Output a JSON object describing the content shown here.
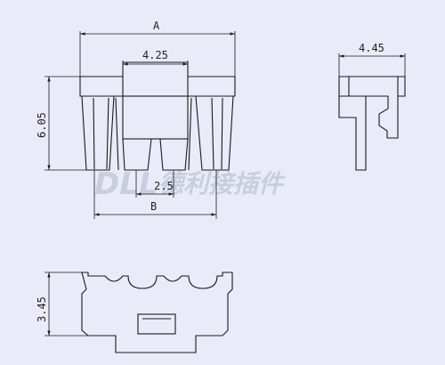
{
  "dimensions": {
    "width_label": "A",
    "pitch_top_label": "4.25",
    "height_label": "6.05",
    "pitch_bottom_label": "2.5",
    "bottom_width_label": "B",
    "side_width_label": "4.45",
    "bottom_height_label": "3.45"
  },
  "watermark": {
    "latin": "DLL",
    "chinese": "德利接插件"
  },
  "colors": {
    "background": "#e9ecf8",
    "outline": "#1a1a1a",
    "watermark": "#c9cedf"
  }
}
